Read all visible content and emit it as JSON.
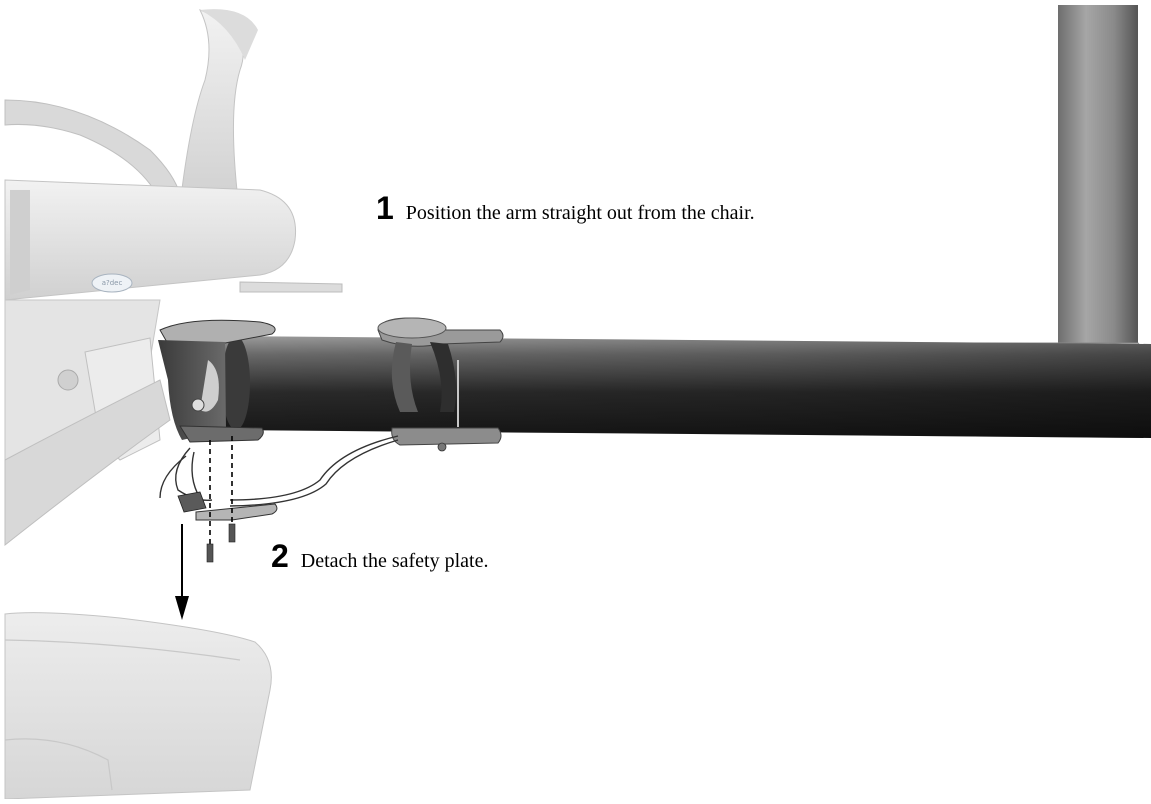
{
  "steps": [
    {
      "number": "1",
      "text": "Position the arm straight out from the chair."
    },
    {
      "number": "2",
      "text": "Detach the safety plate."
    }
  ],
  "logo": {
    "text": "a?dec"
  },
  "colors": {
    "chair_light": "#e9e9e9",
    "chair_mid": "#d4d4d4",
    "chair_shadow": "#b8b8b8",
    "arm_dark": "#1e1e1e",
    "arm_highlight": "#9a9a9a",
    "leader_line": "#000000"
  }
}
